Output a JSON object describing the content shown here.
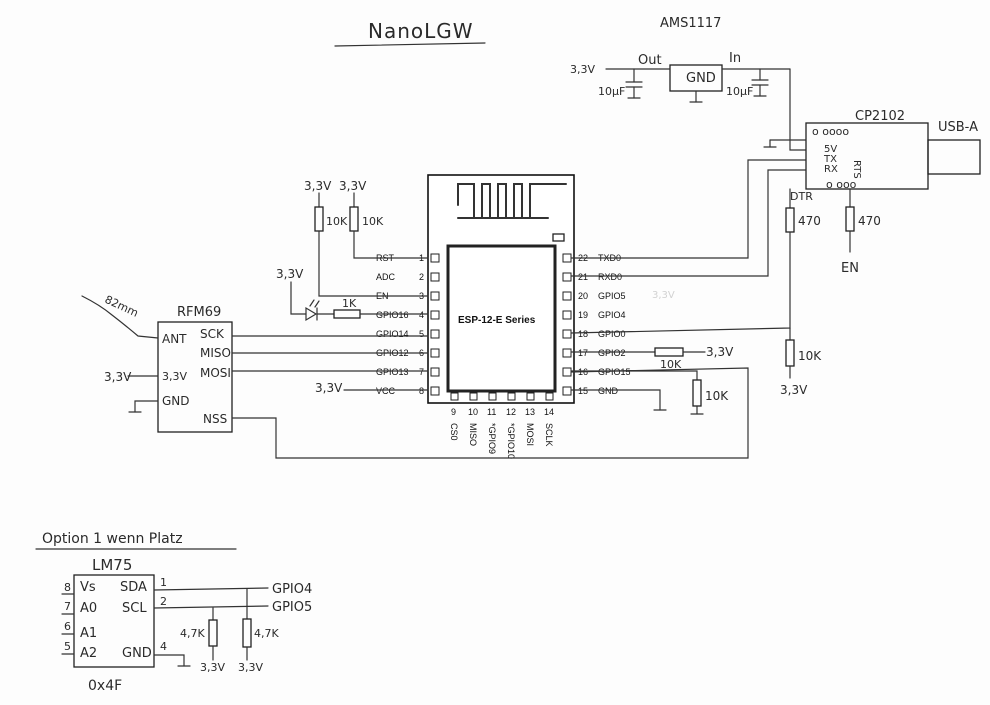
{
  "title": "NanoLGW",
  "ams1117": {
    "name": "AMS1117",
    "out": "Out",
    "in": "In",
    "gnd": "GND",
    "v33": "3,3V",
    "cap_out": "10µF",
    "cap_in": "10µF"
  },
  "cp2102": {
    "name": "CP2102",
    "usb": "USB-A",
    "pins": [
      "5V",
      "TX",
      "RX",
      "RTS"
    ],
    "dtr": "DTR",
    "r_dtr": "470",
    "r_rts": "470",
    "en": "EN"
  },
  "esp": {
    "label": "ESP-12-E Series",
    "left_pins": [
      {
        "name": "RST",
        "num": "1"
      },
      {
        "name": "ADC",
        "num": "2"
      },
      {
        "name": "EN",
        "num": "3"
      },
      {
        "name": "GPIO16",
        "num": "4"
      },
      {
        "name": "GPIO14",
        "num": "5"
      },
      {
        "name": "GPIO12",
        "num": "6"
      },
      {
        "name": "GPIO13",
        "num": "7"
      },
      {
        "name": "VCC",
        "num": "8"
      }
    ],
    "right_pins": [
      {
        "name": "TXD0",
        "num": "22"
      },
      {
        "name": "RXD0",
        "num": "21"
      },
      {
        "name": "GPIO5",
        "num": "20"
      },
      {
        "name": "GPIO4",
        "num": "19"
      },
      {
        "name": "GPIO0",
        "num": "18"
      },
      {
        "name": "GPIO2",
        "num": "17"
      },
      {
        "name": "GPIO15",
        "num": "16"
      },
      {
        "name": "GND",
        "num": "15"
      }
    ],
    "bottom_pins": [
      {
        "name": "CS0",
        "num": "9"
      },
      {
        "name": "MISO",
        "num": "10"
      },
      {
        "name": "*GPIO9",
        "num": "11"
      },
      {
        "name": "*GPIO10",
        "num": "12"
      },
      {
        "name": "MOSI",
        "num": "13"
      },
      {
        "name": "SCLK",
        "num": "14"
      }
    ]
  },
  "left_net": {
    "v33_a": "3,3V",
    "v33_b": "3,3V",
    "r10k": "10K",
    "r1k": "1K",
    "v33_led": "3,3V",
    "v33_vcc": "3,3V"
  },
  "rfm": {
    "name": "RFM69",
    "ant": "ANT",
    "sck": "SCK",
    "miso": "MISO",
    "mosi": "MOSI",
    "v33pin": "3,3V",
    "gnd": "GND",
    "nss": "NSS",
    "antenna": "82mm",
    "supply": "3,3V"
  },
  "right_net": {
    "r_gpio2": "10K",
    "v33_gpio2": "3,3V",
    "r_gpio15": "10K",
    "r_gpio0": "10K",
    "v33_gpio0": "3,3V",
    "faint": "3,3V"
  },
  "option": {
    "title": "Option 1 wenn Platz",
    "chip": "LM75",
    "pins_left": [
      {
        "num": "8",
        "name": "Vs"
      },
      {
        "num": "7",
        "name": "A0"
      },
      {
        "num": "6",
        "name": "A1"
      },
      {
        "num": "5",
        "name": "A2"
      }
    ],
    "pins_right": [
      {
        "num": "1",
        "name": "SDA"
      },
      {
        "num": "2",
        "name": "SCL"
      },
      {
        "num": "4",
        "name": "GND"
      }
    ],
    "gpio4": "GPIO4",
    "gpio5": "GPIO5",
    "r1": "4,7K",
    "r2": "4,7K",
    "v1": "3,3V",
    "v2": "3,3V",
    "address": "0x4F"
  }
}
